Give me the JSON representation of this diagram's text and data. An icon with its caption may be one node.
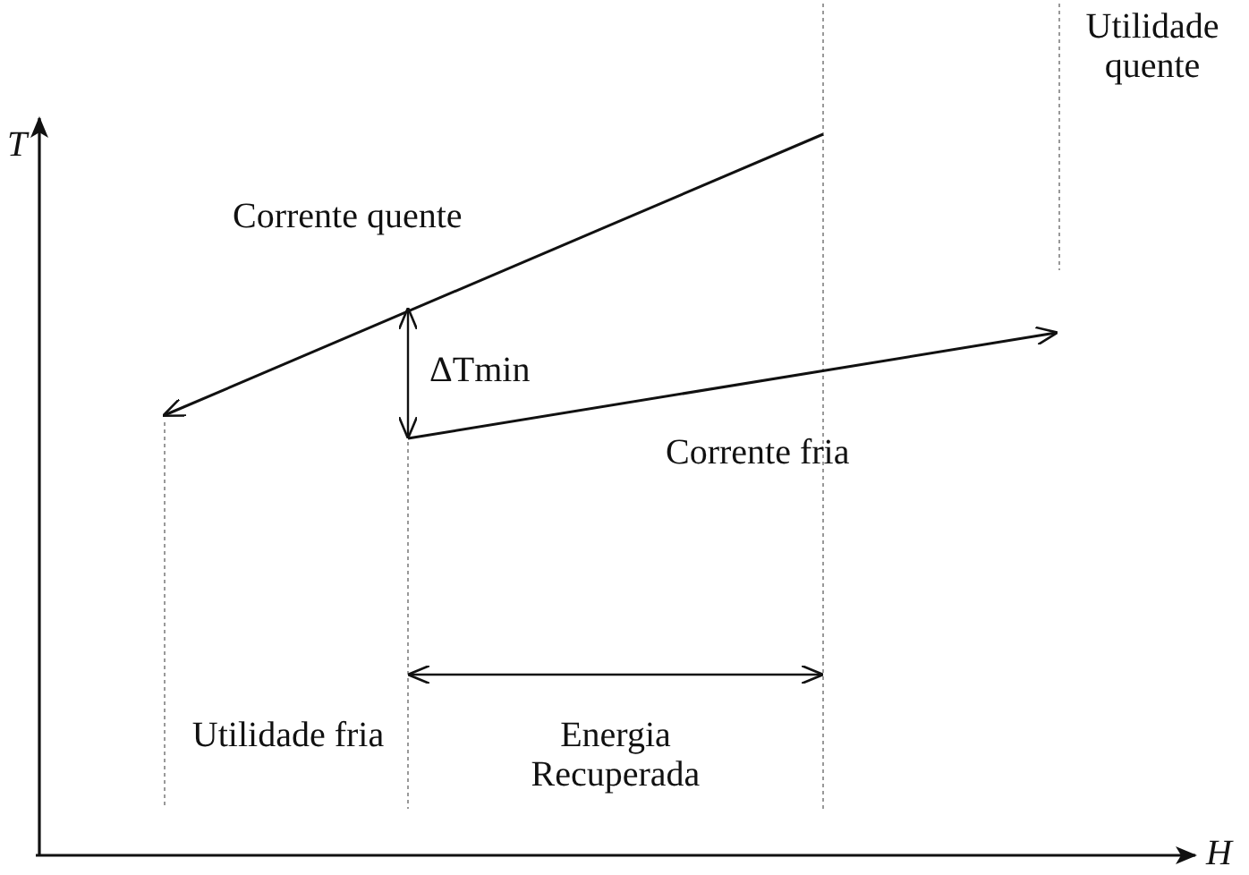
{
  "diagram": {
    "labels": [
      "Utilidade quente",
      "T",
      "Corrente quente",
      "ΔTmin",
      "Corrente fria",
      "Utilidade fria",
      "Energia Recuperada",
      "H"
    ]
  }
}
